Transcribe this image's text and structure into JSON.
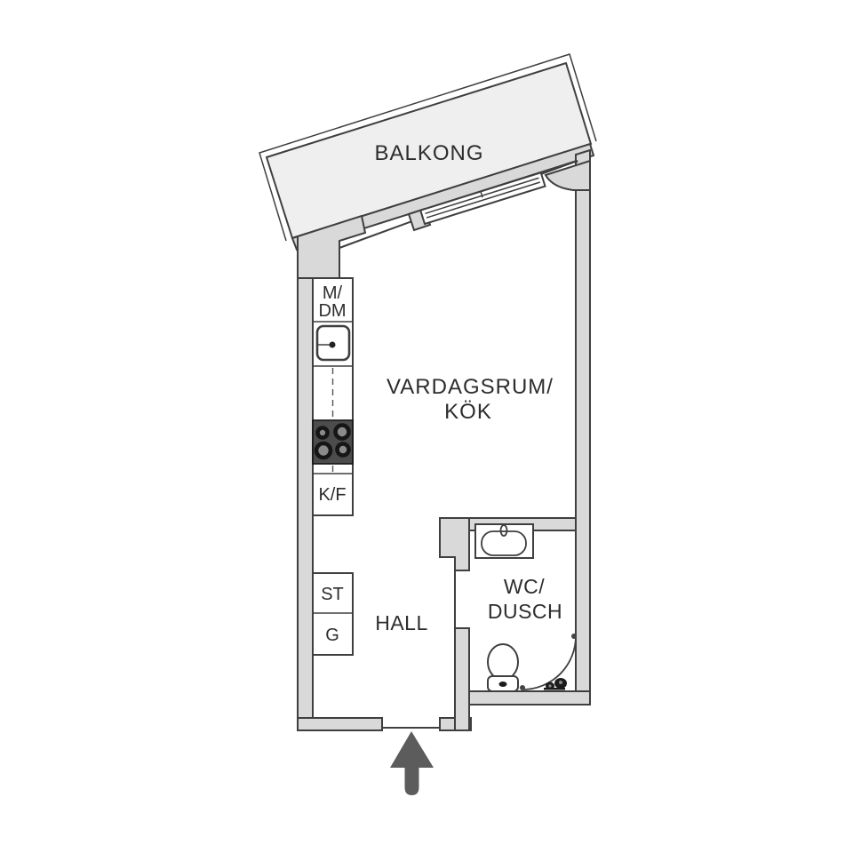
{
  "plan": {
    "type": "apartment-floor-plan",
    "rooms": {
      "balcony": {
        "label": "BALKONG"
      },
      "living_kitchen": {
        "label_line1": "VARDAGSRUM/",
        "label_line2": "KÖK"
      },
      "wc_shower": {
        "label_line1": "WC/",
        "label_line2": "DUSCH"
      },
      "hall": {
        "label": "HALL"
      }
    },
    "units": {
      "dishwasher": {
        "label_line1": "M/",
        "label_line2": "DM"
      },
      "fridge_freezer": {
        "label": "K/F"
      },
      "closet_st": {
        "label": "ST"
      },
      "closet_g": {
        "label": "G"
      }
    },
    "icons": {
      "entry_arrow": "arrow-up-entry",
      "sliding_door": "balcony-sliding-door",
      "kitchen_sink": "kitchen-sink",
      "cooktop": "cooktop-4-burners",
      "wc_sink": "washbasin",
      "toilet": "toilet",
      "shower_screen": "curved-shower-screen",
      "floor_drain": "floor-drain"
    },
    "colors": {
      "wall": "#d9d9d9",
      "balcony": "#efefef",
      "room": "#ffffff",
      "line": "#3f3f3f",
      "text": "#2d2d2d",
      "stove": "#4c4c4c",
      "burner": "#8a8a8a",
      "arrow": "#5c5c5c"
    }
  }
}
